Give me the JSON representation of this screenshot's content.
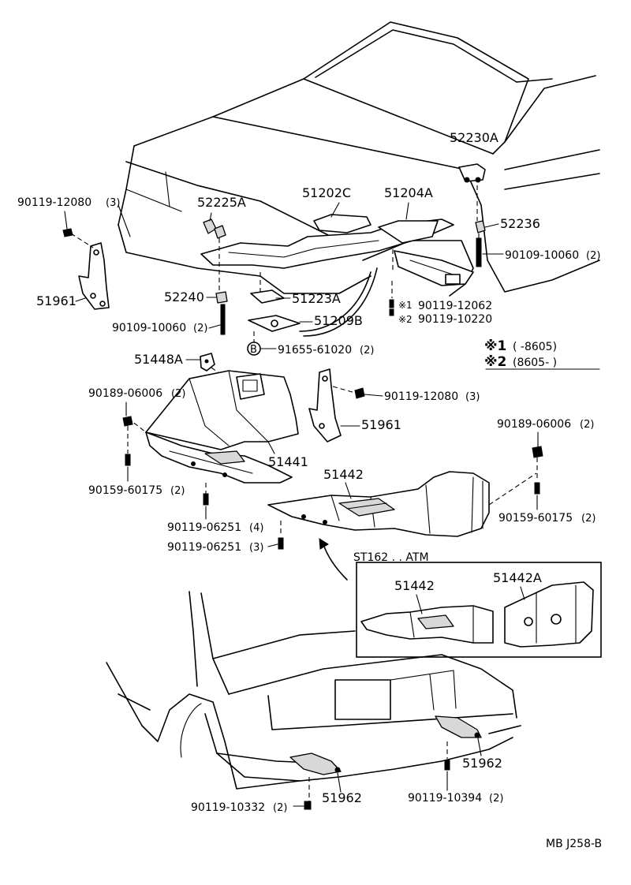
{
  "parts": {
    "p52230A": "52230A",
    "p51202C": "51202C",
    "p51204A": "51204A",
    "p52225A": "52225A",
    "p90119_12080_left": "90119-12080",
    "q90119_12080_left": "(3)",
    "p52236": "52236",
    "p90109_10060_right": "90109-10060",
    "q90109_10060_right": "(2)",
    "p51961_left": "51961",
    "p52240": "52240",
    "p51223A": "51223A",
    "p90119_12062": "90119-12062",
    "p90119_10220": "90119-10220",
    "p90109_10060_left": "90109-10060",
    "q90109_10060_left": "(2)",
    "p51209B": "51209B",
    "p91655_61020": "91655-61020",
    "q91655_61020": "(2)",
    "p51448A": "51448A",
    "p90189_06006_left": "90189-06006",
    "q90189_06006_left": "(2)",
    "p90119_12080_mid": "90119-12080",
    "q90119_12080_mid": "(3)",
    "p51961_mid": "51961",
    "p90189_06006_right": "90189-06006",
    "q90189_06006_right": "(2)",
    "p51441": "51441",
    "p51442": "51442",
    "p90159_60175_left": "90159-60175",
    "q90159_60175_left": "(2)",
    "p90159_60175_right": "90159-60175",
    "q90159_60175_right": "(2)",
    "p90119_06251_a": "90119-06251",
    "q90119_06251_a": "(4)",
    "p90119_06251_b": "90119-06251",
    "q90119_06251_b": "(3)",
    "p51442_inset": "51442",
    "p51442A": "51442A",
    "p51962_right": "51962",
    "p51962_left": "51962",
    "p90119_10332": "90119-10332",
    "q90119_10332": "(2)",
    "p90119_10394": "90119-10394",
    "q90119_10394": "(2)"
  },
  "notes": {
    "mark1": "※1",
    "mark2": "※2",
    "legend1_mark": "※1",
    "legend1_text": "(      -8605)",
    "legend2_mark": "※2",
    "legend2_text": "(8605-         )",
    "inset_title": "ST162 . . ATM",
    "bolt_letter": "B",
    "drawing_code": "MB J258-B"
  }
}
